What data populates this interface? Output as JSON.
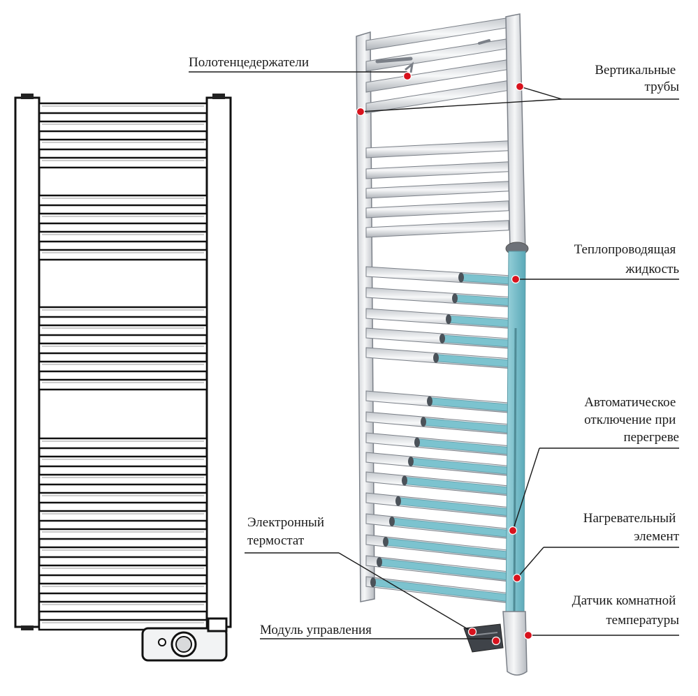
{
  "labels": {
    "towel_holders": "Полотенцедержатели",
    "vertical_pipes": [
      "Вертикальные",
      "трубы"
    ],
    "heat_fluid": [
      "Теплопроводящая",
      "жидкость"
    ],
    "auto_shutoff": [
      "Автоматическое",
      "отключение при",
      "перегреве"
    ],
    "heating_element": [
      "Нагревательный",
      "элемент"
    ],
    "electronic_thermostat": [
      "Электронный",
      "термостат"
    ],
    "room_temp_sensor": [
      "Датчик комнатной",
      "температуры"
    ],
    "control_module": "Модуль управления"
  },
  "colors": {
    "metal": "#e9ebee",
    "metal_edge": "#7b8088",
    "fluid": "#7cc3cf",
    "callout_dot": "#d8121d",
    "ink": "#1a1a1a"
  },
  "icons": {
    "control_knob": "dial-icon"
  }
}
